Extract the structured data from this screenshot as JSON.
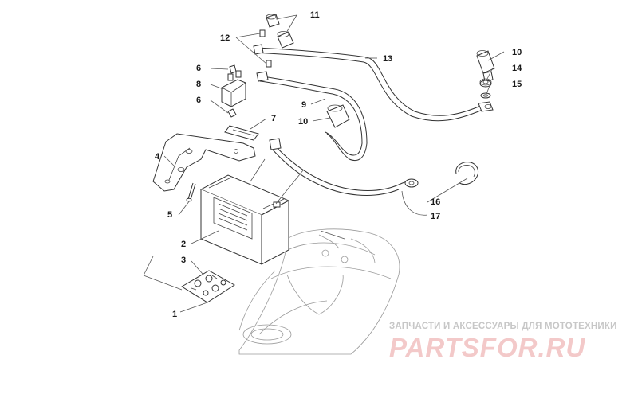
{
  "callouts": {
    "c1": "1",
    "c2": "2",
    "c3": "3",
    "c4": "4",
    "c5": "5",
    "c6a": "6",
    "c6b": "6",
    "c7": "7",
    "c8": "8",
    "c9": "9",
    "c10a": "10",
    "c10b": "10",
    "c11": "11",
    "c12": "12",
    "c13": "13",
    "c14": "14",
    "c15": "15",
    "c16": "16",
    "c17": "17"
  },
  "watermark": {
    "tagline": "ЗАПЧАСТИ И АКСЕССУАРЫ ДЛЯ МОТОТЕХНИКИ",
    "logo": "PARTSFOR.RU"
  },
  "colors": {
    "line": "#333333",
    "callout_text": "#1a1a1a",
    "watermark_tagline": "#c7c7c7",
    "watermark_logo": "#f3c9c9"
  }
}
